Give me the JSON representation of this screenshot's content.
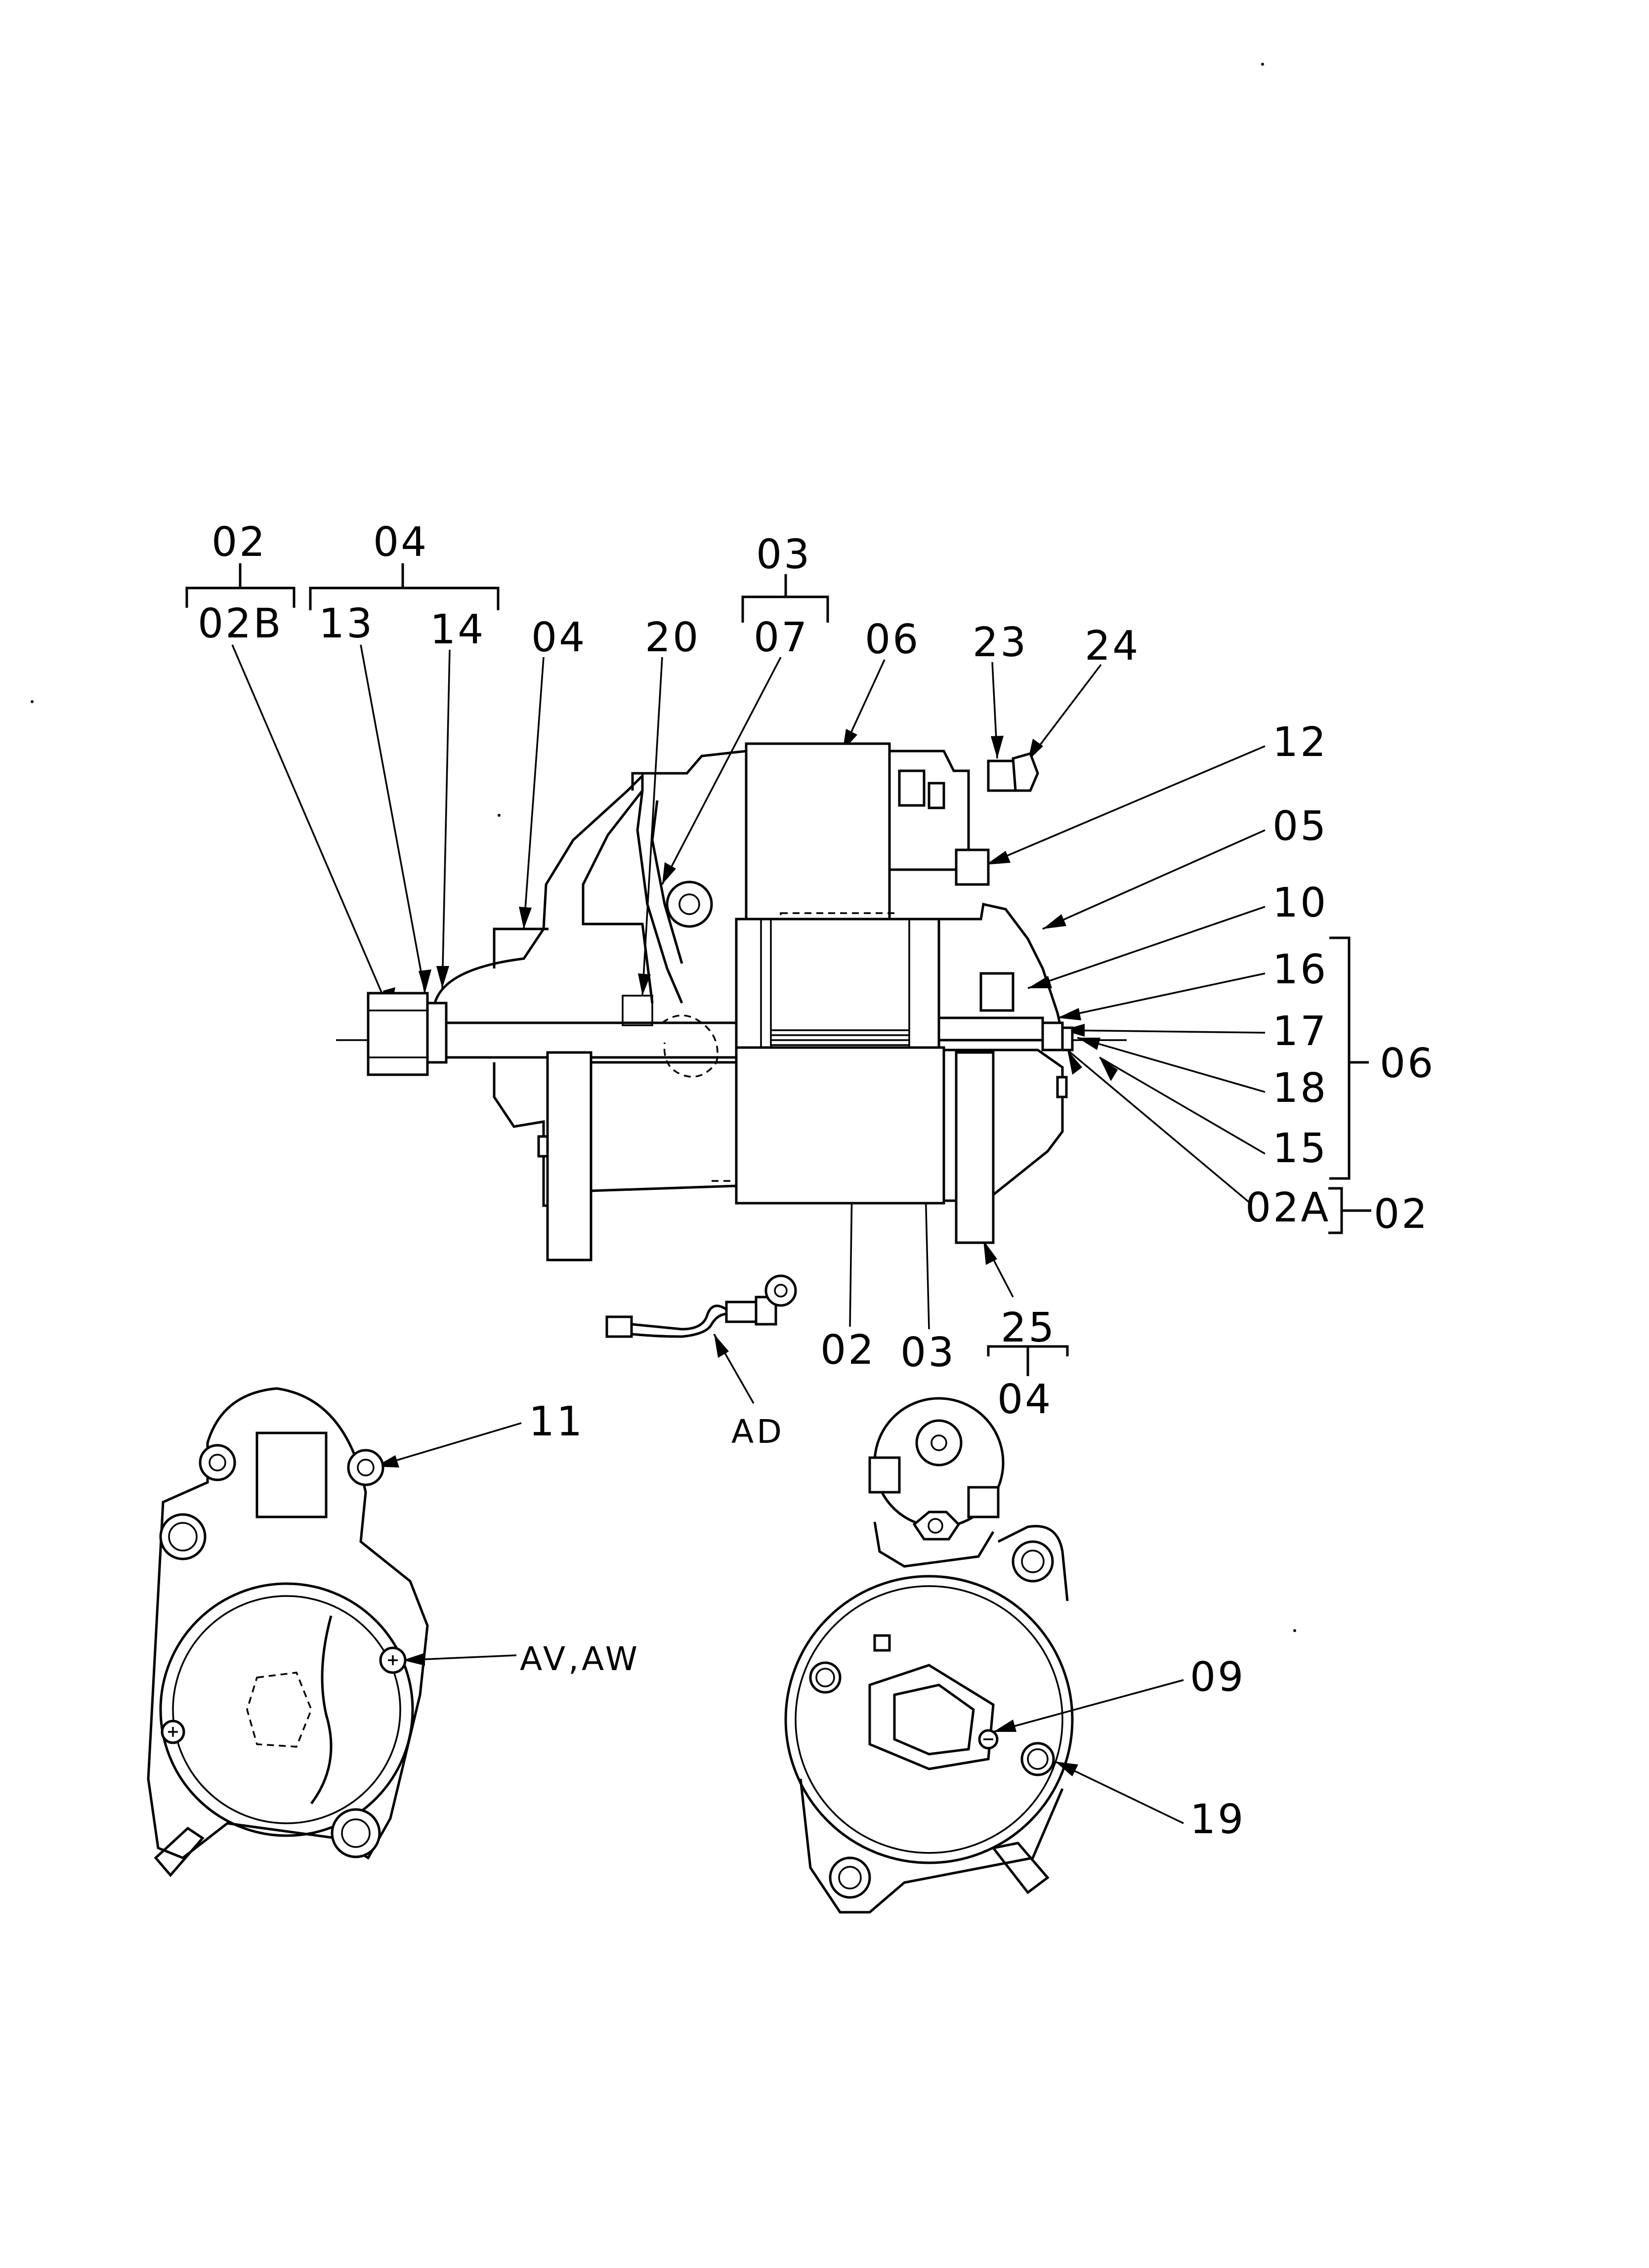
{
  "callouts": {
    "top_left_group_02": "02",
    "top_left_group_04": "04",
    "top_group_03": "03",
    "c02B": "02B",
    "c13": "13",
    "c14": "14",
    "c04": "04",
    "c20": "20",
    "c07": "07",
    "c06": "06",
    "c23": "23",
    "c24": "24",
    "c12": "12",
    "c05": "05",
    "c10": "10",
    "c16": "16",
    "c17": "17",
    "c18": "18",
    "c15": "15",
    "c02A": "02A",
    "side_group_06": "06",
    "side_group_02": "02",
    "c02_bottom": "02",
    "c03_bottom": "03",
    "c25": "25",
    "bottom_group_04": "04",
    "cAD": "AD",
    "c11": "11",
    "cAVAW": "AV,AW",
    "c09": "09",
    "c19": "19"
  }
}
